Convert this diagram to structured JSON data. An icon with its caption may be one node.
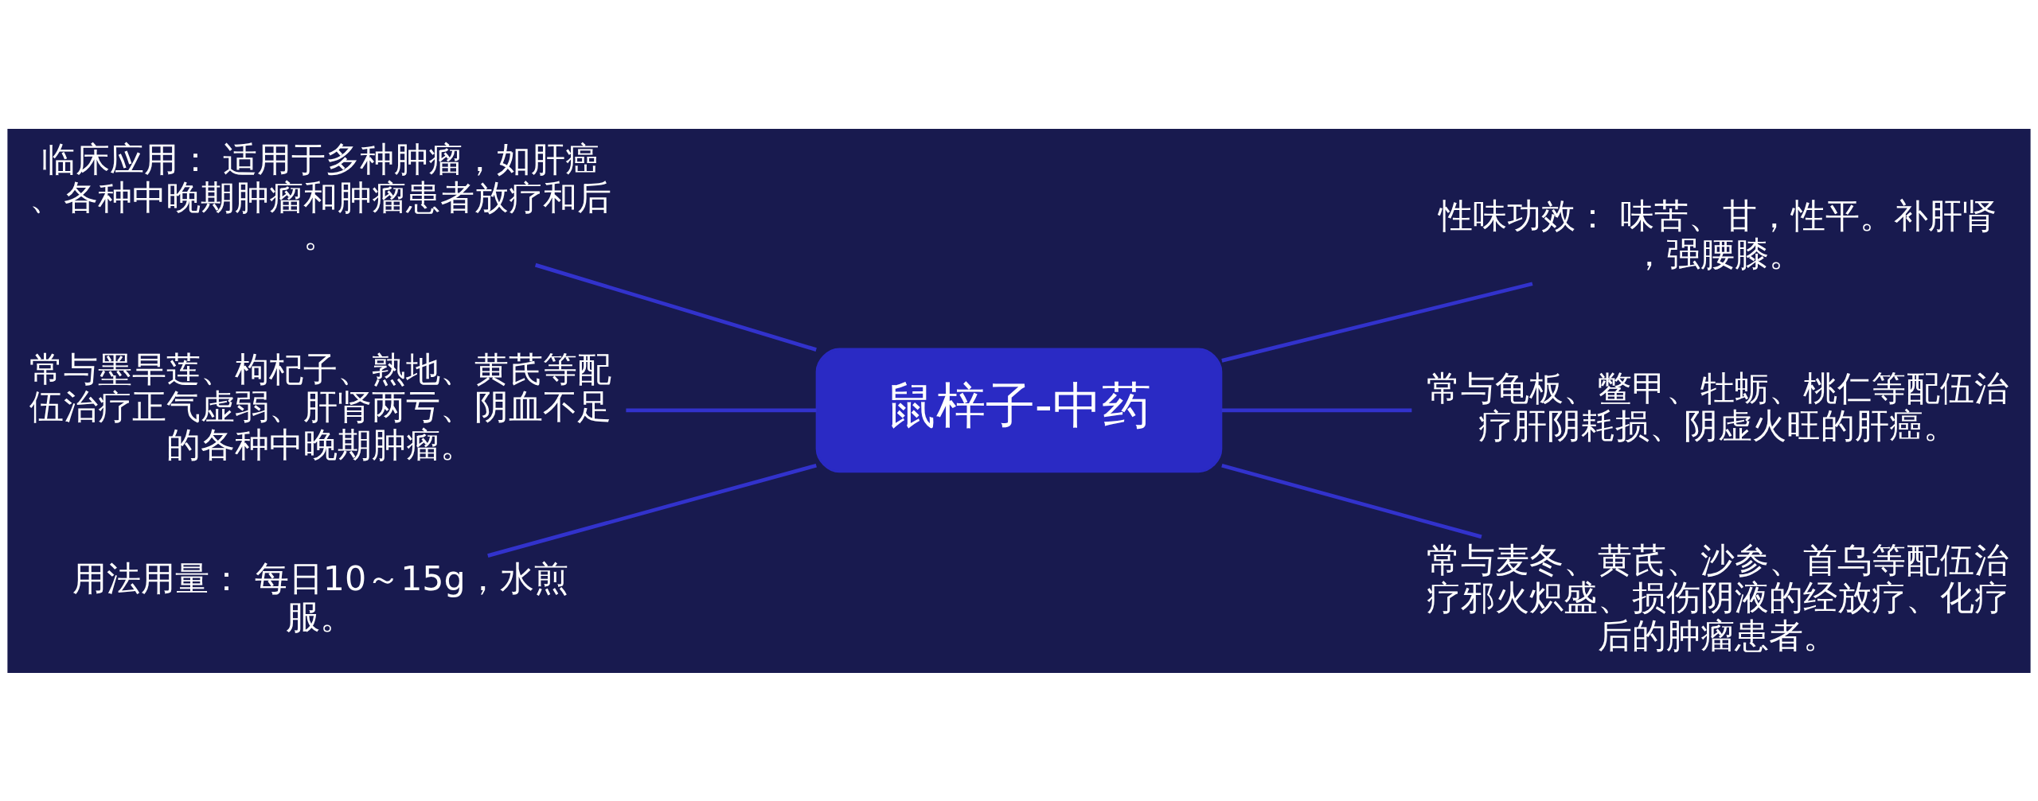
{
  "diagram": {
    "nodes": [
      {
        "text": [
          "鼠梓子-中药"
        ]
      },
      {
        "text": [
          "临床应用： 适用于多种肿瘤，如肝癌、各种中晚期肿瘤和肿瘤患者放疗和后。"
        ]
      },
      {
        "text": [
          "常与墨旱莲、枸杞子、熟地、黄芪等配伍治疗正气虚弱、肝肾两亏、阴血不足的各种中晚期肿瘤。"
        ]
      },
      {
        "text": [
          "用法用量： 每日10～15g，水煎服。"
        ]
      },
      {
        "text": [
          "性味功效： 味苦、甘，性平。补肝肾，强腰膝。"
        ]
      },
      {
        "text": [
          "常与龟板、鳖甲、牡蛎、桃仁等配伍治疗肝阴耗损、阴虚火旺的肝癌。"
        ]
      },
      {
        "text": [
          "常与麦冬、黄芪、沙参、首乌等配伍治疗邪火炽盛、损伤阴液的经放疗、化疗后的肿瘤患者。"
        ]
      }
    ],
    "edges": [
      {
        "from": 0,
        "to": 1,
        "arrow": "none"
      },
      {
        "from": 0,
        "to": 2,
        "arrow": "none"
      },
      {
        "from": 0,
        "to": 3,
        "arrow": "none"
      },
      {
        "from": 0,
        "to": 4,
        "arrow": "none"
      },
      {
        "from": 0,
        "to": 5,
        "arrow": "none"
      },
      {
        "from": 0,
        "to": 6,
        "arrow": "none"
      }
    ]
  }
}
